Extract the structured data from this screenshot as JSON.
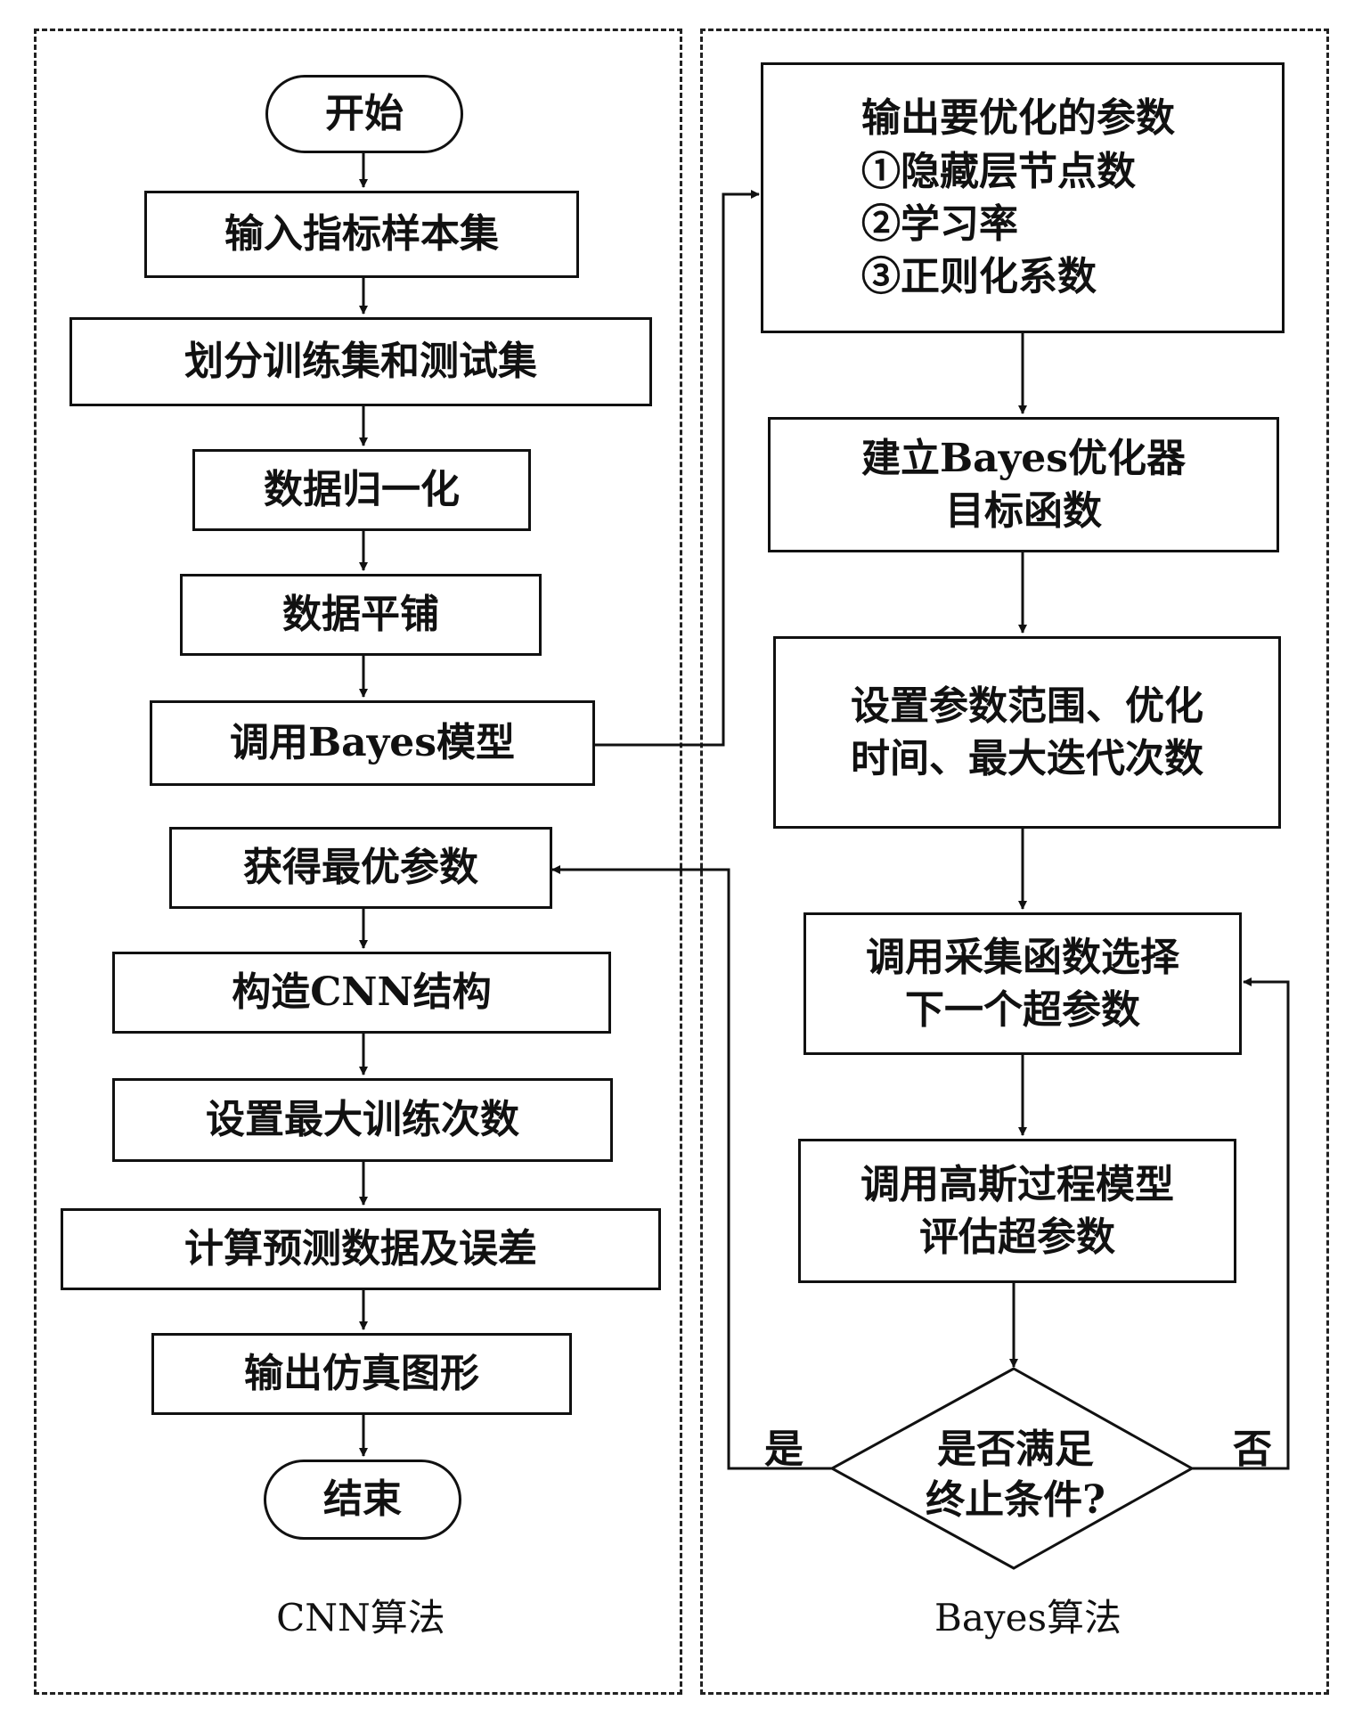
{
  "cnn_panel": {
    "label": "CNN算法",
    "steps": {
      "start": "开始",
      "input": "输入指标样本集",
      "split": "划分训练集和测试集",
      "normalize": "数据归一化",
      "flatten": "数据平铺",
      "call_bayes": "调用Bayes模型",
      "get_params": "获得最优参数",
      "build_cnn": "构造CNN结构",
      "set_epochs": "设置最大训练次数",
      "compute": "计算预测数据及误差",
      "output_plot": "输出仿真图形",
      "end": "结束"
    }
  },
  "bayes_panel": {
    "label": "Bayes算法",
    "output_params": [
      "输出要优化的参数",
      "①隐藏层节点数",
      "②学习率",
      "③正则化系数"
    ],
    "build_optimizer": [
      "建立Bayes优化器",
      "目标函数"
    ],
    "set_range": [
      "设置参数范围、优化",
      "时间、最大迭代次数"
    ],
    "acquisition": [
      "调用采集函数选择",
      "下一个超参数"
    ],
    "gaussian": [
      "调用高斯过程模型",
      "评估超参数"
    ],
    "decision": [
      "是否满足",
      "终止条件?"
    ],
    "yes_label": "是",
    "no_label": "否"
  }
}
